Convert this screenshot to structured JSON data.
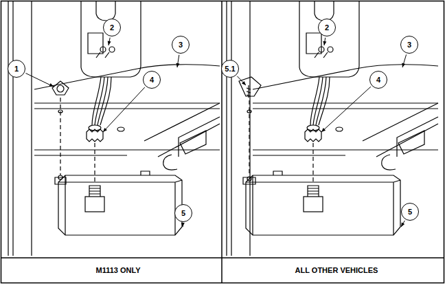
{
  "diagram": {
    "labels": [
      "1",
      "2",
      "3",
      "4",
      "5",
      "M1113 ONLY",
      "5.1",
      "2",
      "3",
      "4",
      "5",
      "ALL OTHER VEHICLES"
    ]
  }
}
